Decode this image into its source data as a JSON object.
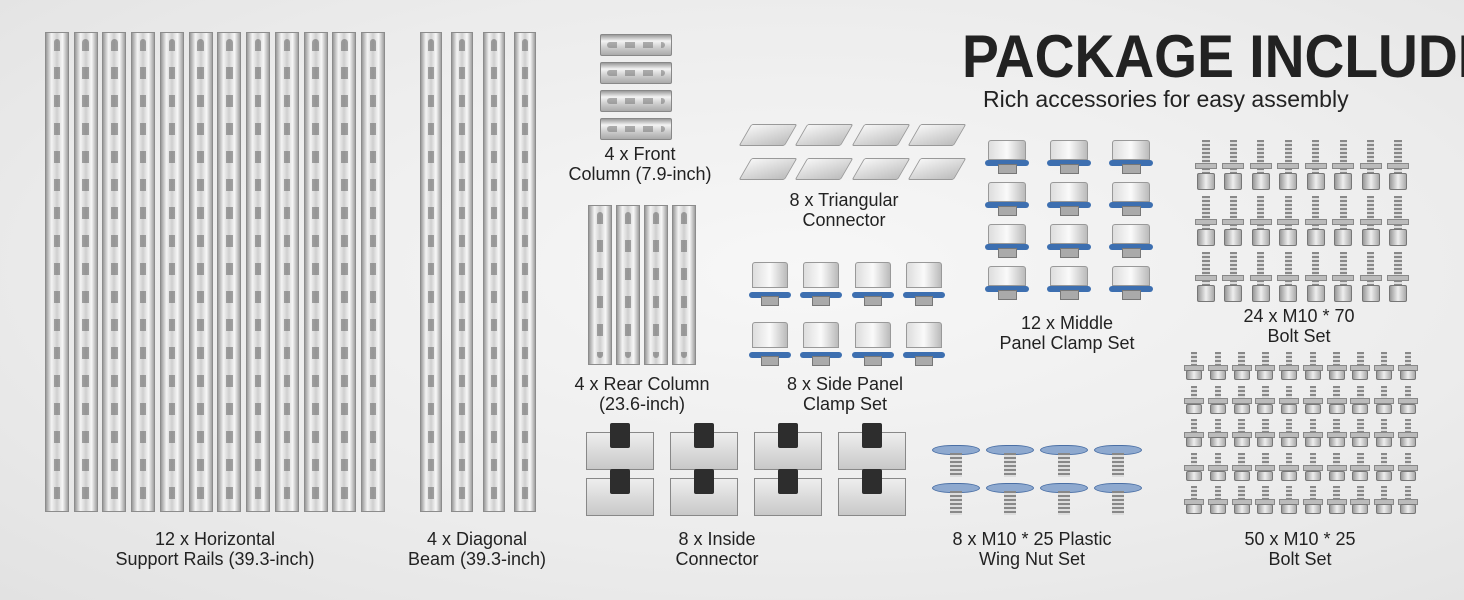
{
  "header": {
    "title": "PACKAGE INCLUDE",
    "subtitle": "Rich accessories for easy assembly"
  },
  "items": {
    "horizontal_rails": {
      "count": 12,
      "line1": "12 x Horizontal",
      "line2": "Support Rails (39.3-inch)"
    },
    "diagonal_beam": {
      "count": 4,
      "line1": "4 x Diagonal",
      "line2": "Beam (39.3-inch)"
    },
    "front_column": {
      "count": 4,
      "line1": "4 x Front",
      "line2": "Column (7.9-inch)"
    },
    "triangular_connector": {
      "count": 8,
      "line1": "8 x Triangular",
      "line2": "Connector"
    },
    "rear_column": {
      "count": 4,
      "line1": "4 x Rear Column",
      "line2": "(23.6-inch)"
    },
    "side_panel_clamp": {
      "count": 8,
      "line1": "8 x Side Panel",
      "line2": "Clamp Set"
    },
    "middle_panel_clamp": {
      "count": 12,
      "line1": "12 x Middle",
      "line2": "Panel Clamp Set"
    },
    "bolt_m10_70": {
      "count": 24,
      "line1": "24 x M10 * 70",
      "line2": "Bolt Set"
    },
    "inside_connector": {
      "count": 8,
      "line1": "8 x Inside",
      "line2": "Connector"
    },
    "wing_nut": {
      "count": 8,
      "line1": "8 x M10 * 25 Plastic",
      "line2": "Wing Nut Set"
    },
    "bolt_m10_25": {
      "count": 50,
      "line1": "50 x M10 * 25",
      "line2": "Bolt Set"
    }
  },
  "colors": {
    "accent_blue": "#3d6fb0",
    "text": "#222222"
  }
}
